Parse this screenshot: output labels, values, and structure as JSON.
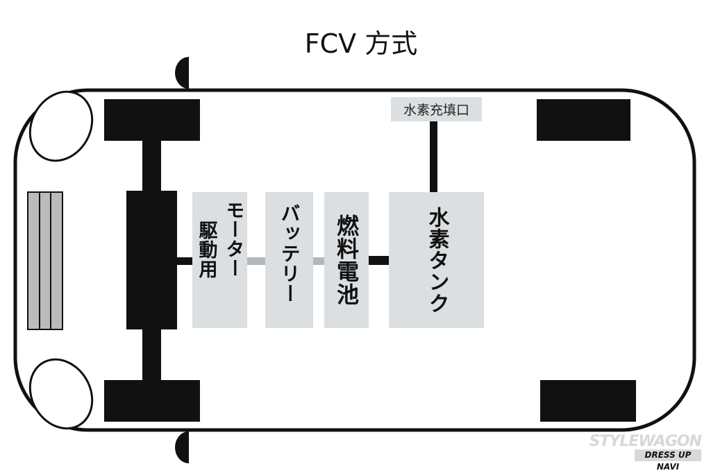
{
  "title": "FCV 方式",
  "labels": {
    "filling_port": "水素充填口",
    "motor_line1": "駆動用",
    "motor_line2": "モーター",
    "battery": "バッテリー",
    "fuel_cell": "燃料電池",
    "hydrogen_tank": "水素タンク"
  },
  "logo": {
    "line1": "STYLEWAGON",
    "line2": "DRESS UP NAVI"
  },
  "colors": {
    "component_fill": "#dcdfe1",
    "line_gray": "#b5b8ba",
    "black": "#111111"
  }
}
